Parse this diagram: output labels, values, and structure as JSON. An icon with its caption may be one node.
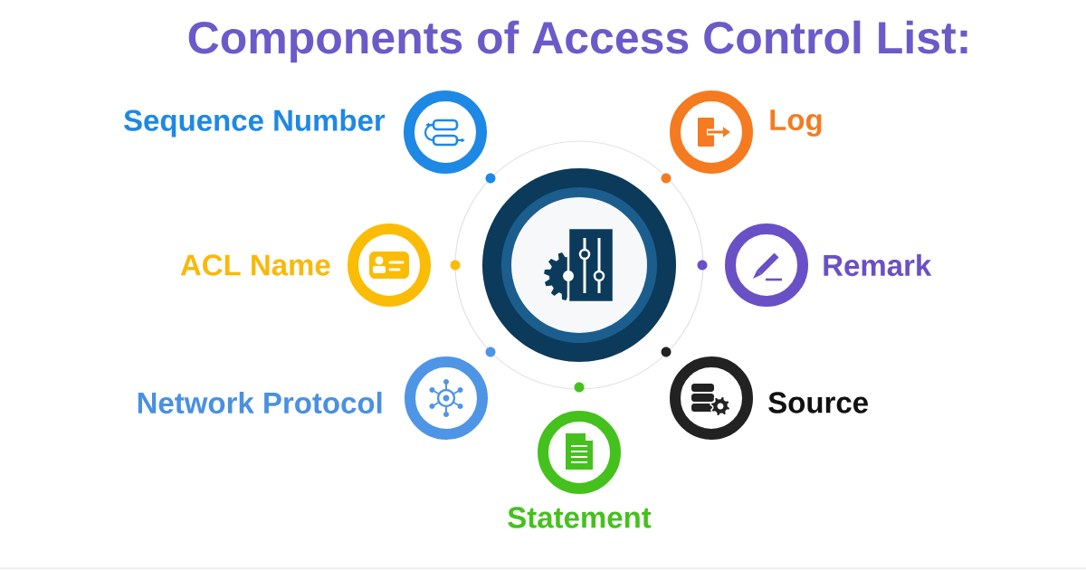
{
  "diagram": {
    "title": "Components of Access Control List:",
    "nodes": [
      {
        "text": [
          "Sequence Number"
        ]
      },
      {
        "text": [
          "Log"
        ]
      },
      {
        "text": [
          "ACL Name"
        ]
      },
      {
        "text": [],
        "shape": "circle"
      },
      {
        "text": [
          "Remark"
        ]
      },
      {
        "text": [
          "Network Protocol"
        ]
      },
      {
        "text": [
          "Source"
        ]
      },
      {
        "text": [
          "Statement"
        ]
      }
    ]
  }
}
